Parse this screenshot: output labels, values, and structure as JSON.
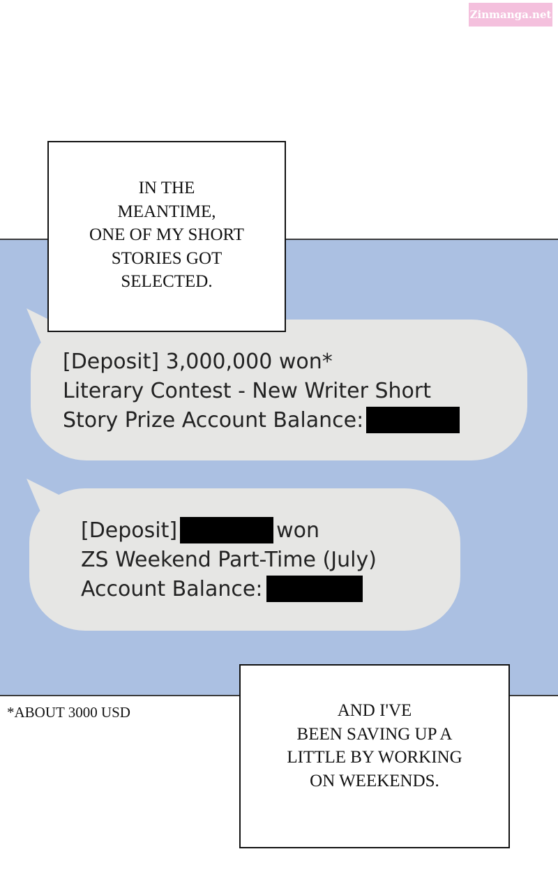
{
  "watermark": {
    "text": "Zinmanga.net"
  },
  "caption_top": {
    "lines": [
      "IN THE",
      "MEANTIME,",
      "ONE OF MY SHORT",
      "STORIES GOT",
      "SELECTED."
    ]
  },
  "bubble_1": {
    "line1": "[Deposit] 3,000,000 won*",
    "line2": "Literary Contest - New Writer Short",
    "line3": "Story Prize Account Balance:"
  },
  "bubble_2": {
    "line1_prefix": "[Deposit]",
    "line1_suffix": "won",
    "line2": "ZS Weekend Part-Time (July)",
    "line3": "Account Balance:"
  },
  "footnote": {
    "text": "*ABOUT 3000 USD"
  },
  "caption_bottom": {
    "lines": [
      "AND I'VE",
      "BEEN SAVING UP A",
      "LITTLE BY WORKING",
      "ON WEEKENDS."
    ]
  },
  "colors": {
    "panel_blue": "#abc0e2",
    "bubble_gray": "#e6e6e4",
    "watermark_pink": "#f4c0dd",
    "redaction": "#000000"
  }
}
